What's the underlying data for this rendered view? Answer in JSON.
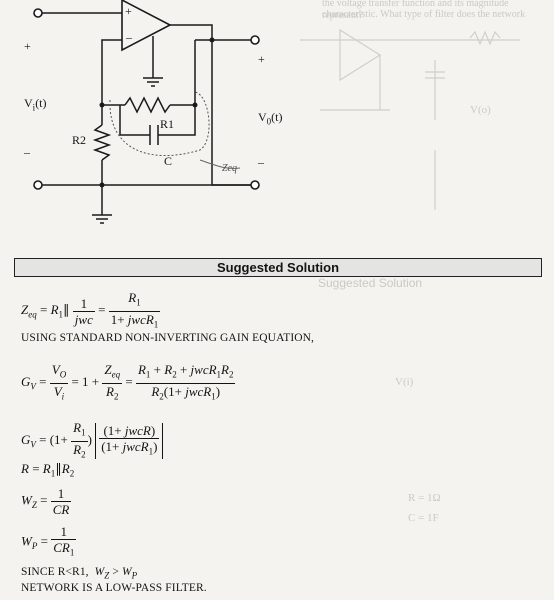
{
  "background_text": {
    "top_line": "the voltage transfer function and its magnitude characteristic. What type of filter does the network",
    "top_line2": "represent?",
    "vo_label": "V(o)",
    "vi_label": "V(i)",
    "ghost_heading": "Suggested Solution",
    "r_eq": "R = 1Ω",
    "c_eq": "C = 1F"
  },
  "circuit": {
    "vi": "V",
    "vi_sub": "i",
    "vi_rest": "(t)",
    "vo": "V",
    "vo_sub": "0",
    "vo_rest": "(t)",
    "plus_left": "+",
    "minus_left": "–",
    "plus_right": "+",
    "minus_right": "–",
    "r1": "R1",
    "r2": "R2",
    "c": "C",
    "zeq_note": "Zeq",
    "opamp_plus": "+",
    "opamp_minus": "–"
  },
  "solution": {
    "heading": "Suggested Solution",
    "line_using": "USING STANDARD NON-INVERTING GAIN EQUATION,",
    "line_since_prefix": "SINCE  R<R1,",
    "line_network": "NETWORK IS A LOW-PASS FILTER."
  }
}
